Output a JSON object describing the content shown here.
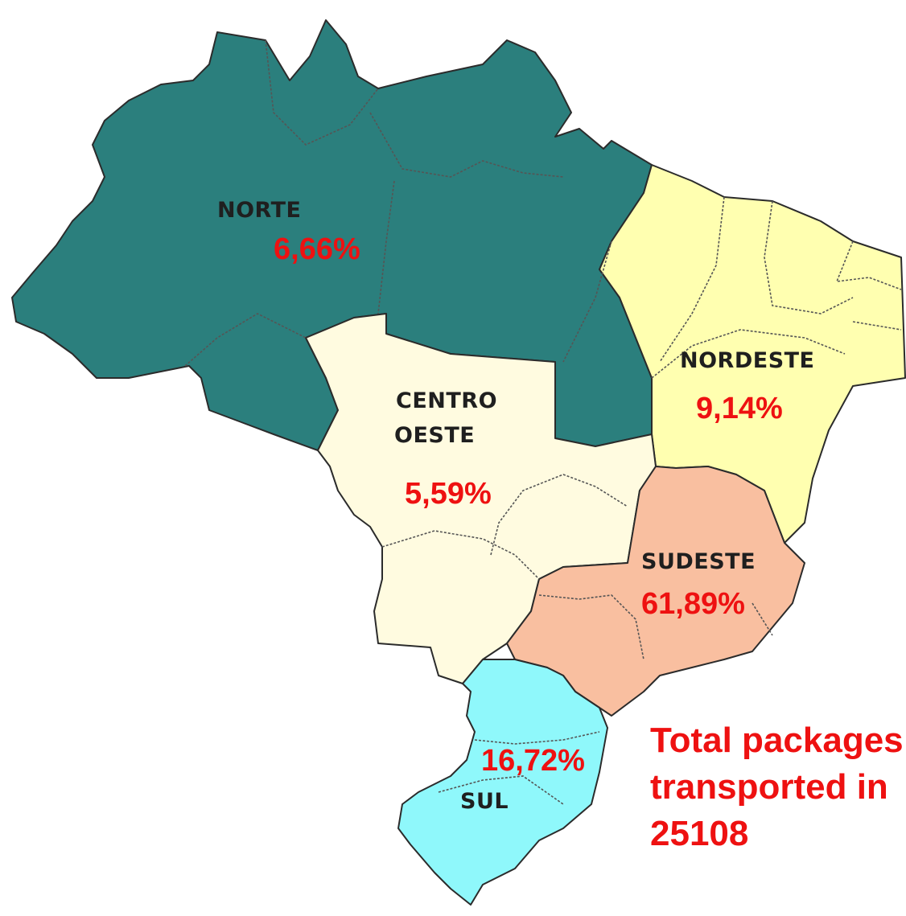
{
  "colors": {
    "norte": "#2b7f7d",
    "nordeste": "#ffffb0",
    "centro_oeste": "#fffbe0",
    "sudeste": "#f9bfa0",
    "sul": "#8ff8fb",
    "highlight_text": "#ee1111"
  },
  "regions": {
    "norte": {
      "name": "NORTE",
      "share": "6,66%"
    },
    "nordeste": {
      "name": "NORDESTE",
      "share": "9,14%"
    },
    "centro_oeste": {
      "name_line1": "CENTRO",
      "name_line2": "OESTE",
      "share": "5,59%"
    },
    "sudeste": {
      "name": "SUDESTE",
      "share": "61,89%"
    },
    "sul": {
      "name": "SUL",
      "share": "16,72%"
    }
  },
  "total": {
    "line1": "Total packages",
    "line2": "transported in",
    "value": "25108"
  }
}
